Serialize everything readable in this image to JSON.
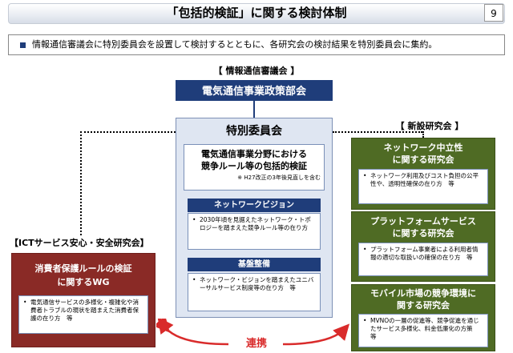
{
  "header": {
    "title": "「包括的検証」に関する検討体制",
    "page_number": "9"
  },
  "summary": {
    "text": "情報通信審議会に特別委員会を設置して検討するとともに、各研究会の検討結果を特別委員会に集約。"
  },
  "council": {
    "label": "【 情報通信審議会 】",
    "subcommittee": "電気通信事業政策部会"
  },
  "special_committee": {
    "title": "特別委員会",
    "main_text": "電気通信事業分野における\n競争ルール等の包括的検証",
    "note": "※ H27改正の3年後見直しを含む",
    "sections": [
      {
        "title": "ネットワークビジョン",
        "bullet": "2030年頃を見据えたネットワーク・トポロジーを踏まえた競争ルール等の在り方"
      },
      {
        "title": "基盤整備",
        "bullet": "ネットワーク・ビジョンを踏まえたユニバーサルサービス制度等の在り方　等"
      }
    ]
  },
  "new_groups": {
    "label": "【 新設研究会 】",
    "items": [
      {
        "title": "ネットワーク中立性\nに関する研究会",
        "bullet": "ネットワーク利用及びコスト負担の公平性や、透明性確保の在り方　等"
      },
      {
        "title": "プラットフォームサービス\nに関する研究会",
        "bullet": "プラットフォーム事業者による利用者情報の適切な取扱いの確保の在り方　等"
      },
      {
        "title": "モバイル市場の競争環境に\n関する研究会",
        "bullet": "MVNOの一層の促進等、競争促進を通じたサービス多様化、料金低廉化の方策　等"
      }
    ]
  },
  "ict_group": {
    "label": "【ICTサービス安心・安全研究会】",
    "title": "消費者保護ルールの検証\nに関するWG",
    "bullet": "電気通信サービスの多様化・複雑化や消費者トラブルの現状を踏まえた消費者保護の在り方　等"
  },
  "link": {
    "label": "連携",
    "color": "#d92b2b"
  },
  "colors": {
    "navy": "#1f3d7a",
    "green": "#4f6b24",
    "dark_red": "#8a2a26"
  }
}
